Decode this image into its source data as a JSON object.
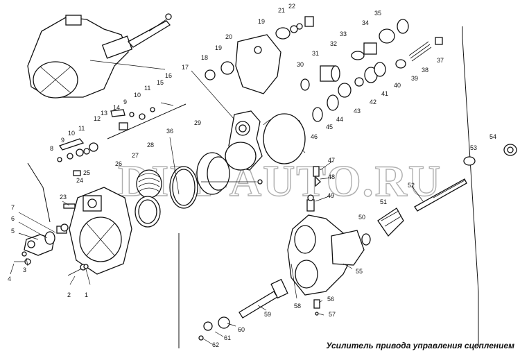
{
  "caption": "Усилитель привода управления сцеплением",
  "watermark": "DIM-AUTO.RU",
  "callouts": [
    {
      "id": "p1",
      "text": "1"
    },
    {
      "id": "p2",
      "text": "2"
    },
    {
      "id": "p3",
      "text": "3"
    },
    {
      "id": "p4",
      "text": "4"
    },
    {
      "id": "p5",
      "text": "5"
    },
    {
      "id": "p6",
      "text": "6"
    },
    {
      "id": "p7",
      "text": "7"
    },
    {
      "id": "p8",
      "text": "8"
    },
    {
      "id": "p9a",
      "text": "9"
    },
    {
      "id": "p9b",
      "text": "9"
    },
    {
      "id": "p10a",
      "text": "10"
    },
    {
      "id": "p10b",
      "text": "10"
    },
    {
      "id": "p11a",
      "text": "11"
    },
    {
      "id": "p11b",
      "text": "11"
    },
    {
      "id": "p12",
      "text": "12"
    },
    {
      "id": "p13",
      "text": "13"
    },
    {
      "id": "p14",
      "text": "14"
    },
    {
      "id": "p15",
      "text": "15"
    },
    {
      "id": "p16",
      "text": "16"
    },
    {
      "id": "p17",
      "text": "17"
    },
    {
      "id": "p18",
      "text": "18"
    },
    {
      "id": "p19a",
      "text": "19"
    },
    {
      "id": "p19b",
      "text": "19"
    },
    {
      "id": "p20",
      "text": "20"
    },
    {
      "id": "p21",
      "text": "21"
    },
    {
      "id": "p22",
      "text": "22"
    },
    {
      "id": "p23",
      "text": "23"
    },
    {
      "id": "p24",
      "text": "24"
    },
    {
      "id": "p25",
      "text": "25"
    },
    {
      "id": "p26",
      "text": "26"
    },
    {
      "id": "p27",
      "text": "27"
    },
    {
      "id": "p28",
      "text": "28"
    },
    {
      "id": "p29",
      "text": "29"
    },
    {
      "id": "p30",
      "text": "30"
    },
    {
      "id": "p31",
      "text": "31"
    },
    {
      "id": "p32",
      "text": "32"
    },
    {
      "id": "p33",
      "text": "33"
    },
    {
      "id": "p34",
      "text": "34"
    },
    {
      "id": "p35",
      "text": "35"
    },
    {
      "id": "p36",
      "text": "36"
    },
    {
      "id": "p37",
      "text": "37"
    },
    {
      "id": "p38",
      "text": "38"
    },
    {
      "id": "p39",
      "text": "39"
    },
    {
      "id": "p40",
      "text": "40"
    },
    {
      "id": "p41",
      "text": "41"
    },
    {
      "id": "p42",
      "text": "42"
    },
    {
      "id": "p43",
      "text": "43"
    },
    {
      "id": "p44",
      "text": "44"
    },
    {
      "id": "p45",
      "text": "45"
    },
    {
      "id": "p46",
      "text": "46"
    },
    {
      "id": "p47",
      "text": "47"
    },
    {
      "id": "p48",
      "text": "48"
    },
    {
      "id": "p49",
      "text": "49"
    },
    {
      "id": "p50",
      "text": "50"
    },
    {
      "id": "p51",
      "text": "51"
    },
    {
      "id": "p52",
      "text": "52"
    },
    {
      "id": "p53",
      "text": "53"
    },
    {
      "id": "p54",
      "text": "54"
    },
    {
      "id": "p55",
      "text": "55"
    },
    {
      "id": "p56",
      "text": "56"
    },
    {
      "id": "p57",
      "text": "57"
    },
    {
      "id": "p58",
      "text": "58"
    },
    {
      "id": "p59",
      "text": "59"
    },
    {
      "id": "p60",
      "text": "60"
    },
    {
      "id": "p61",
      "text": "61"
    },
    {
      "id": "p62",
      "text": "62"
    }
  ]
}
